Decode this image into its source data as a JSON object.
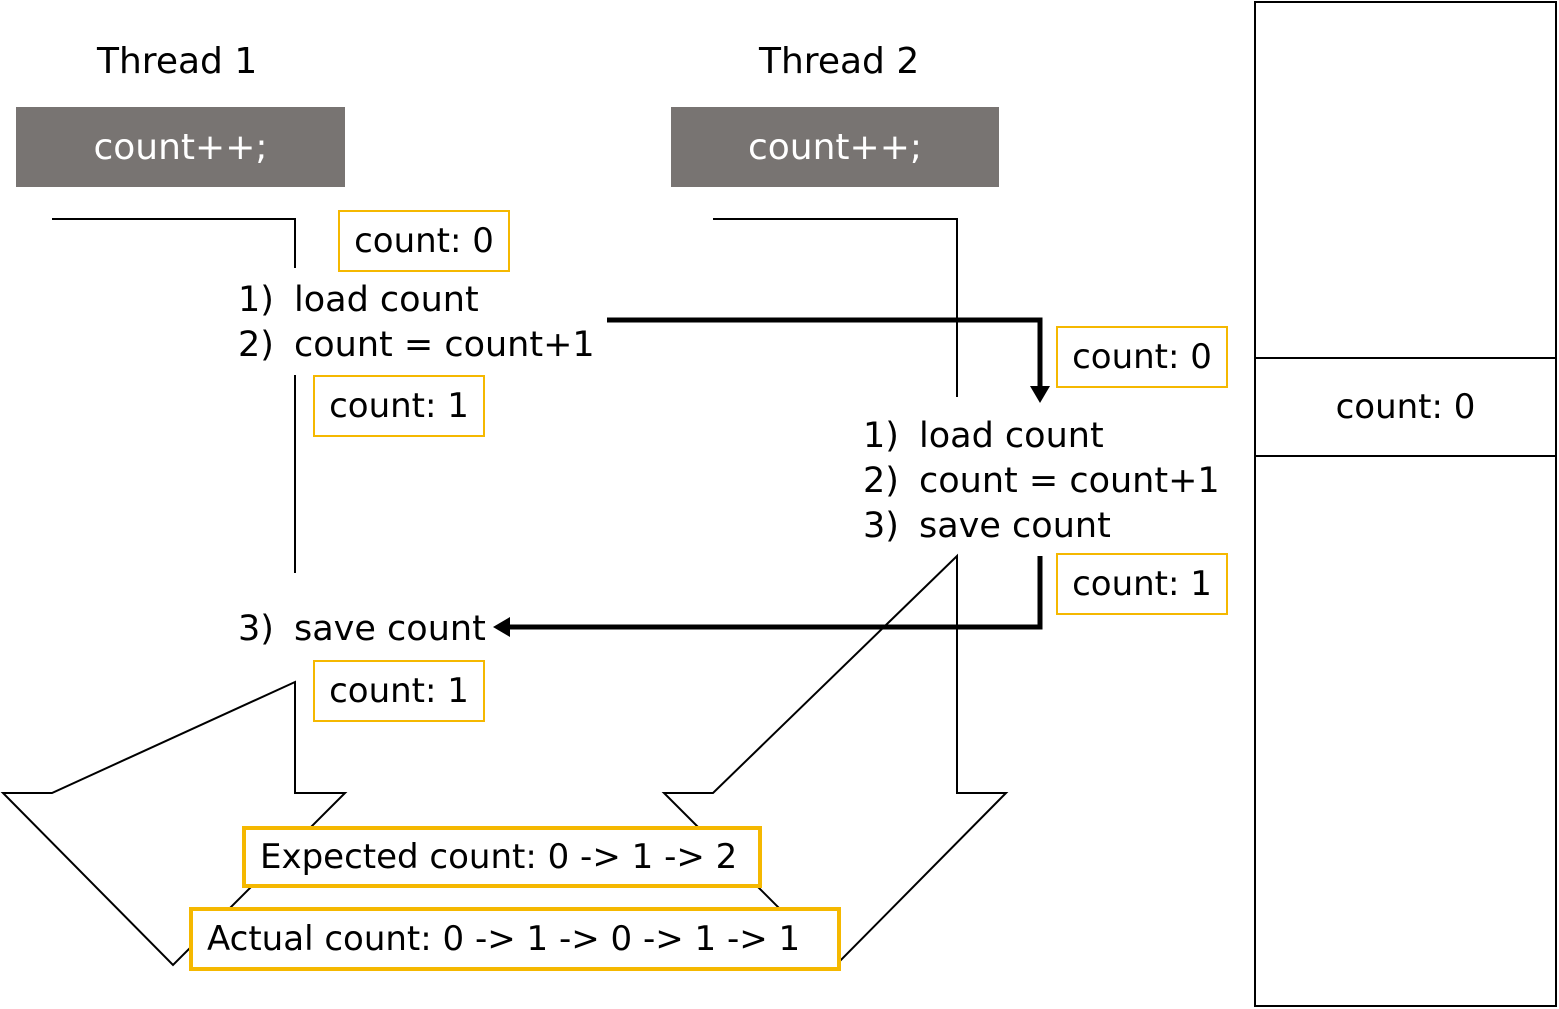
{
  "thread1": {
    "title": "Thread 1",
    "code": "count++;",
    "value_before": "count: 0",
    "value_after_increment": "count: 1",
    "value_after_save": "count: 1",
    "steps": [
      {
        "num": "1)",
        "text": "load count"
      },
      {
        "num": "2)",
        "text": "count = count+1"
      },
      {
        "num": "3)",
        "text": "save count"
      }
    ]
  },
  "thread2": {
    "title": "Thread 2",
    "code": "count++;",
    "value_before": "count: 0",
    "value_after": "count: 1",
    "steps": [
      {
        "num": "1)",
        "text": "load count"
      },
      {
        "num": "2)",
        "text": "count = count+1"
      },
      {
        "num": "3)",
        "text": "save count"
      }
    ]
  },
  "memory": {
    "value": "count: 0"
  },
  "summary": {
    "expected": "Expected count: 0 -> 1 -> 2",
    "actual": "Actual count: 0 -> 1 -> 0 -> 1 -> 1"
  },
  "colors": {
    "code_box": "#787472",
    "value_border": "#f5b800",
    "line": "#000000"
  }
}
